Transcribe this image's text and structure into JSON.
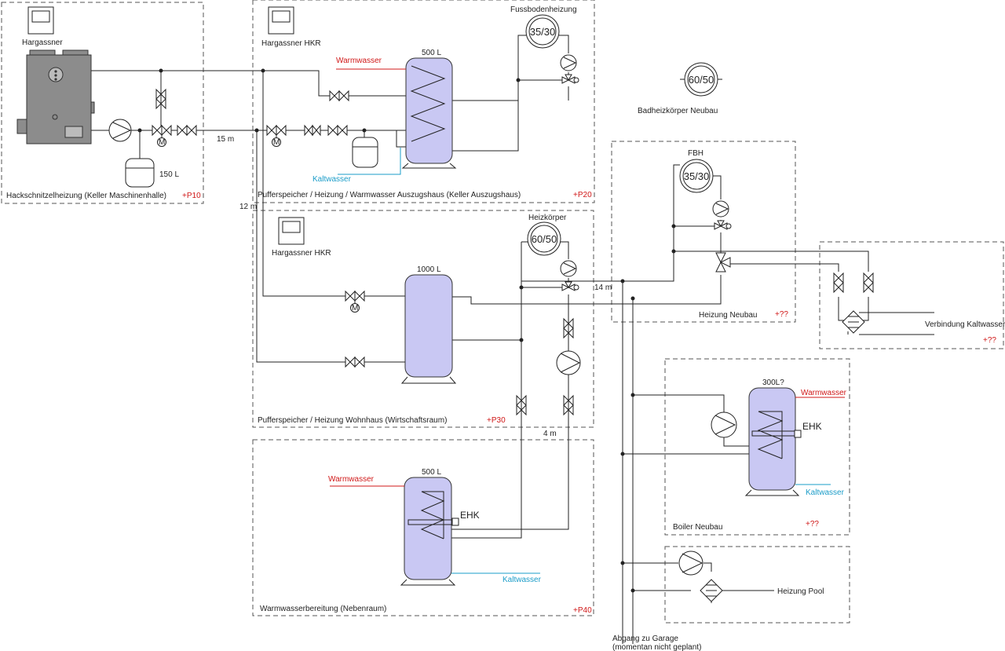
{
  "zones": [
    {
      "id": "p10",
      "label": "Hackschnitzelheizung (Keller Maschinenhalle)",
      "code": "+P10"
    },
    {
      "id": "p20",
      "label": "Pufferspeicher / Heizung / Warmwasser Auszugshaus (Keller Auszugshaus)",
      "code": "+P20"
    },
    {
      "id": "p30",
      "label": "Pufferspeicher / Heizung Wohnhaus (Wirtschaftsraum)",
      "code": "+P30"
    },
    {
      "id": "p40",
      "label": "Warmwasserbereitung (Nebenraum)",
      "code": "+P40"
    },
    {
      "id": "neubau",
      "label": "Heizung Neubau",
      "code": "+??"
    },
    {
      "id": "kaltwasser",
      "label": "Verbindung Kaltwasser",
      "code": "+??"
    },
    {
      "id": "boiler",
      "label": "Boiler Neubau",
      "code": "+??"
    },
    {
      "id": "pool",
      "label": "Heizung Pool",
      "code": ""
    }
  ],
  "labels": {
    "hargassner": "Hargassner",
    "hargassner_hkr": "Hargassner HKR",
    "exp_150": "150 L",
    "dist_15m": "15 m",
    "dist_12m": "12 m",
    "dist_14m": "14 m",
    "dist_4m": "4 m",
    "tank_500": "500 L",
    "tank_1000": "1000 L",
    "tank_500b": "500 L",
    "tank_300": "300L?",
    "warmwasser": "Warmwasser",
    "kaltwasser": "Kaltwasser",
    "fussbodenheizung": "Fussbodenheizung",
    "heizkoerper": "Heizkörper",
    "fbh": "FBH",
    "badheizkoerper": "Badheizkörper Neubau",
    "ehk": "EHK",
    "abgang_1": "Abgang zu Garage",
    "abgang_2": "(momentan nicht geplant)",
    "motor_m": "M"
  },
  "circuits": {
    "fbh_auszug": "35/30",
    "hk_wohn": "60/50",
    "bad_neubau": "60/50",
    "fbh_neubau": "35/30"
  },
  "colors": {
    "tank_fill": "#c9c8f3",
    "hot_water_line": "#d01818",
    "cold_water_line": "#1a9cc8",
    "boiler_body": "#8c8c8c"
  }
}
